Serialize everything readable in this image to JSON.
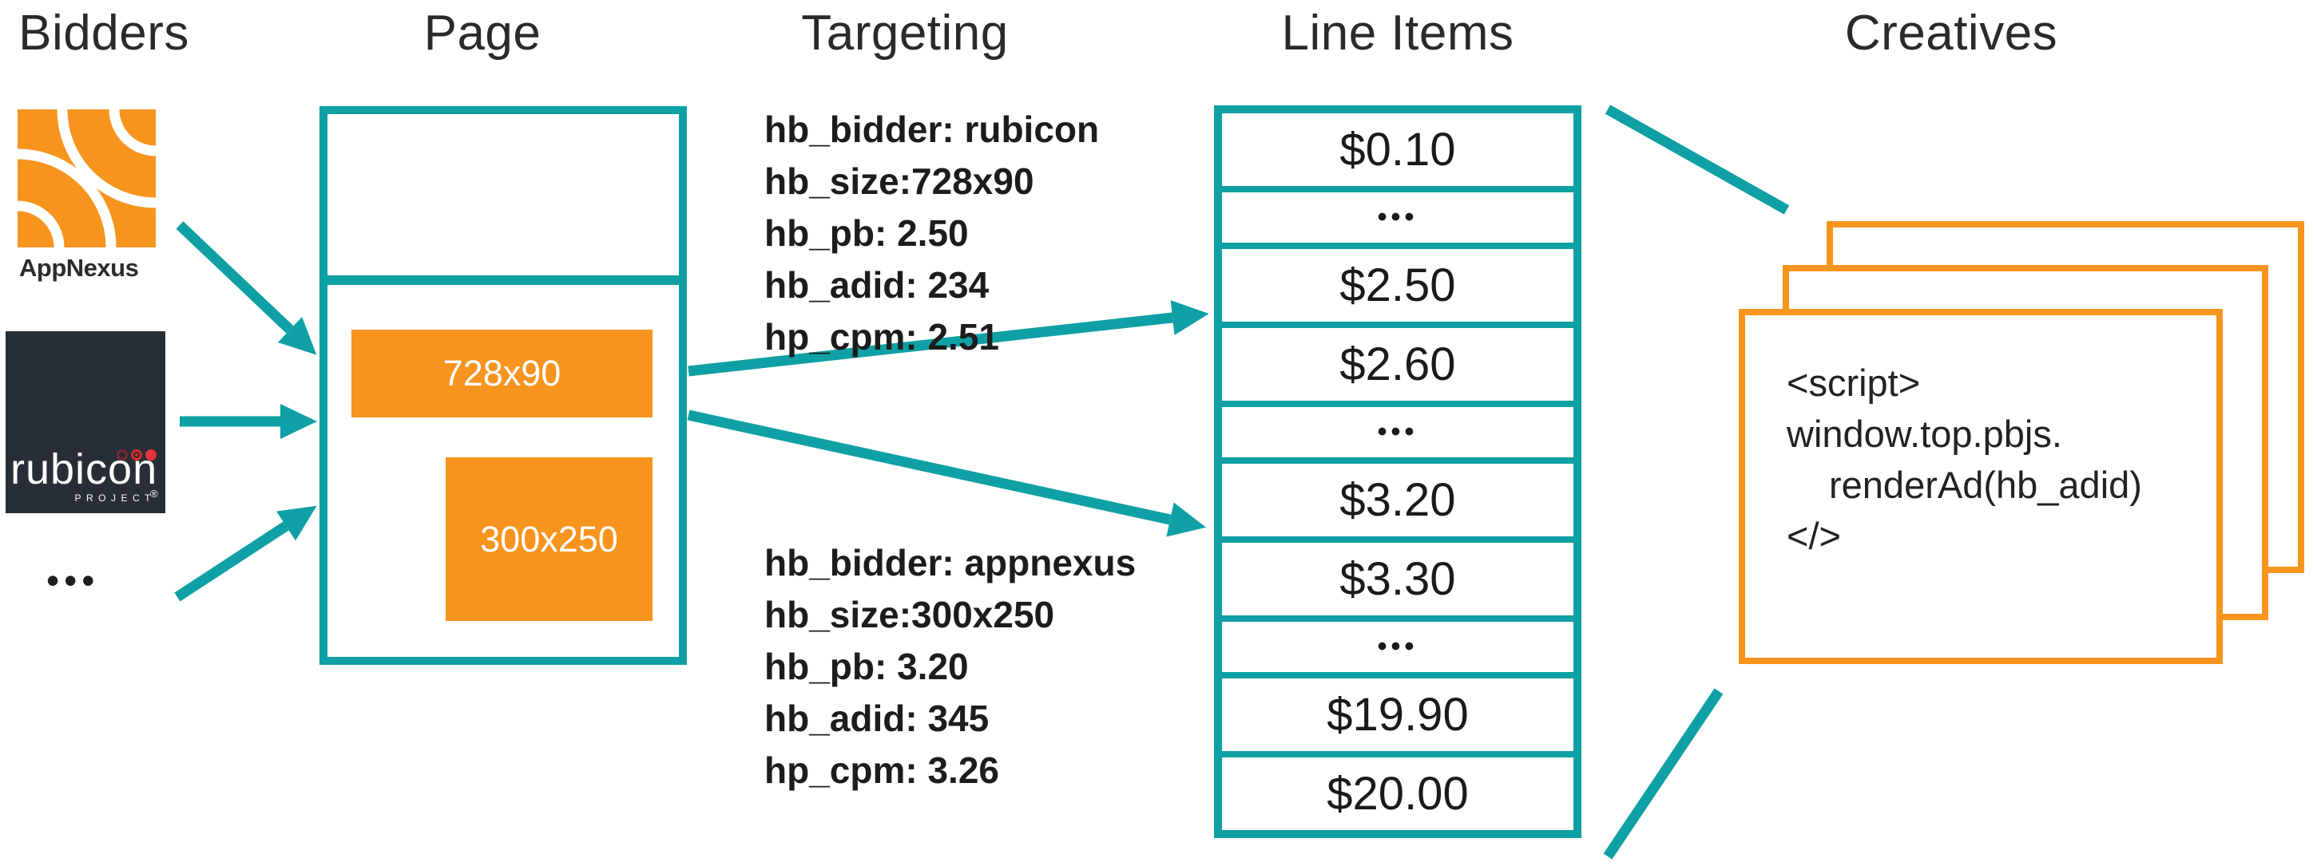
{
  "columns": {
    "bidders_title": "Bidders",
    "page_title": "Page",
    "targeting_title": "Targeting",
    "line_items_title": "Line Items",
    "creatives_title": "Creatives"
  },
  "bidders": {
    "appnexus_label": "AppNexus",
    "rubicon": {
      "word": "rubicon",
      "registered": "®",
      "project": "PROJECT"
    },
    "more_ellipsis": "•••"
  },
  "page": {
    "ad_slots": [
      {
        "label": "728x90"
      },
      {
        "label": "300x250"
      }
    ]
  },
  "targeting": {
    "blocks": [
      {
        "lines": [
          "hb_bidder: rubicon",
          "hb_size:728x90",
          "hb_pb: 2.50",
          "hb_adid: 234",
          "hp_cpm: 2.51"
        ]
      },
      {
        "lines": [
          "hb_bidder: appnexus",
          "hb_size:300x250",
          "hb_pb: 3.20",
          "hb_adid: 345",
          "hp_cpm: 3.26"
        ]
      }
    ]
  },
  "line_items": {
    "rows": [
      "$0.10",
      "•••",
      "$2.50",
      "$2.60",
      "•••",
      "$3.20",
      "$3.30",
      "•••",
      "$19.90",
      "$20.00"
    ]
  },
  "creatives": {
    "code_lines": [
      "<script>",
      "window.top.pbjs.",
      "renderAd(hb_adid)",
      "</>"
    ]
  },
  "colors": {
    "teal": "#0EA0A4",
    "orange": "#F7941E",
    "rubicon_bg": "#272E36",
    "text": "#1e1e1e"
  }
}
